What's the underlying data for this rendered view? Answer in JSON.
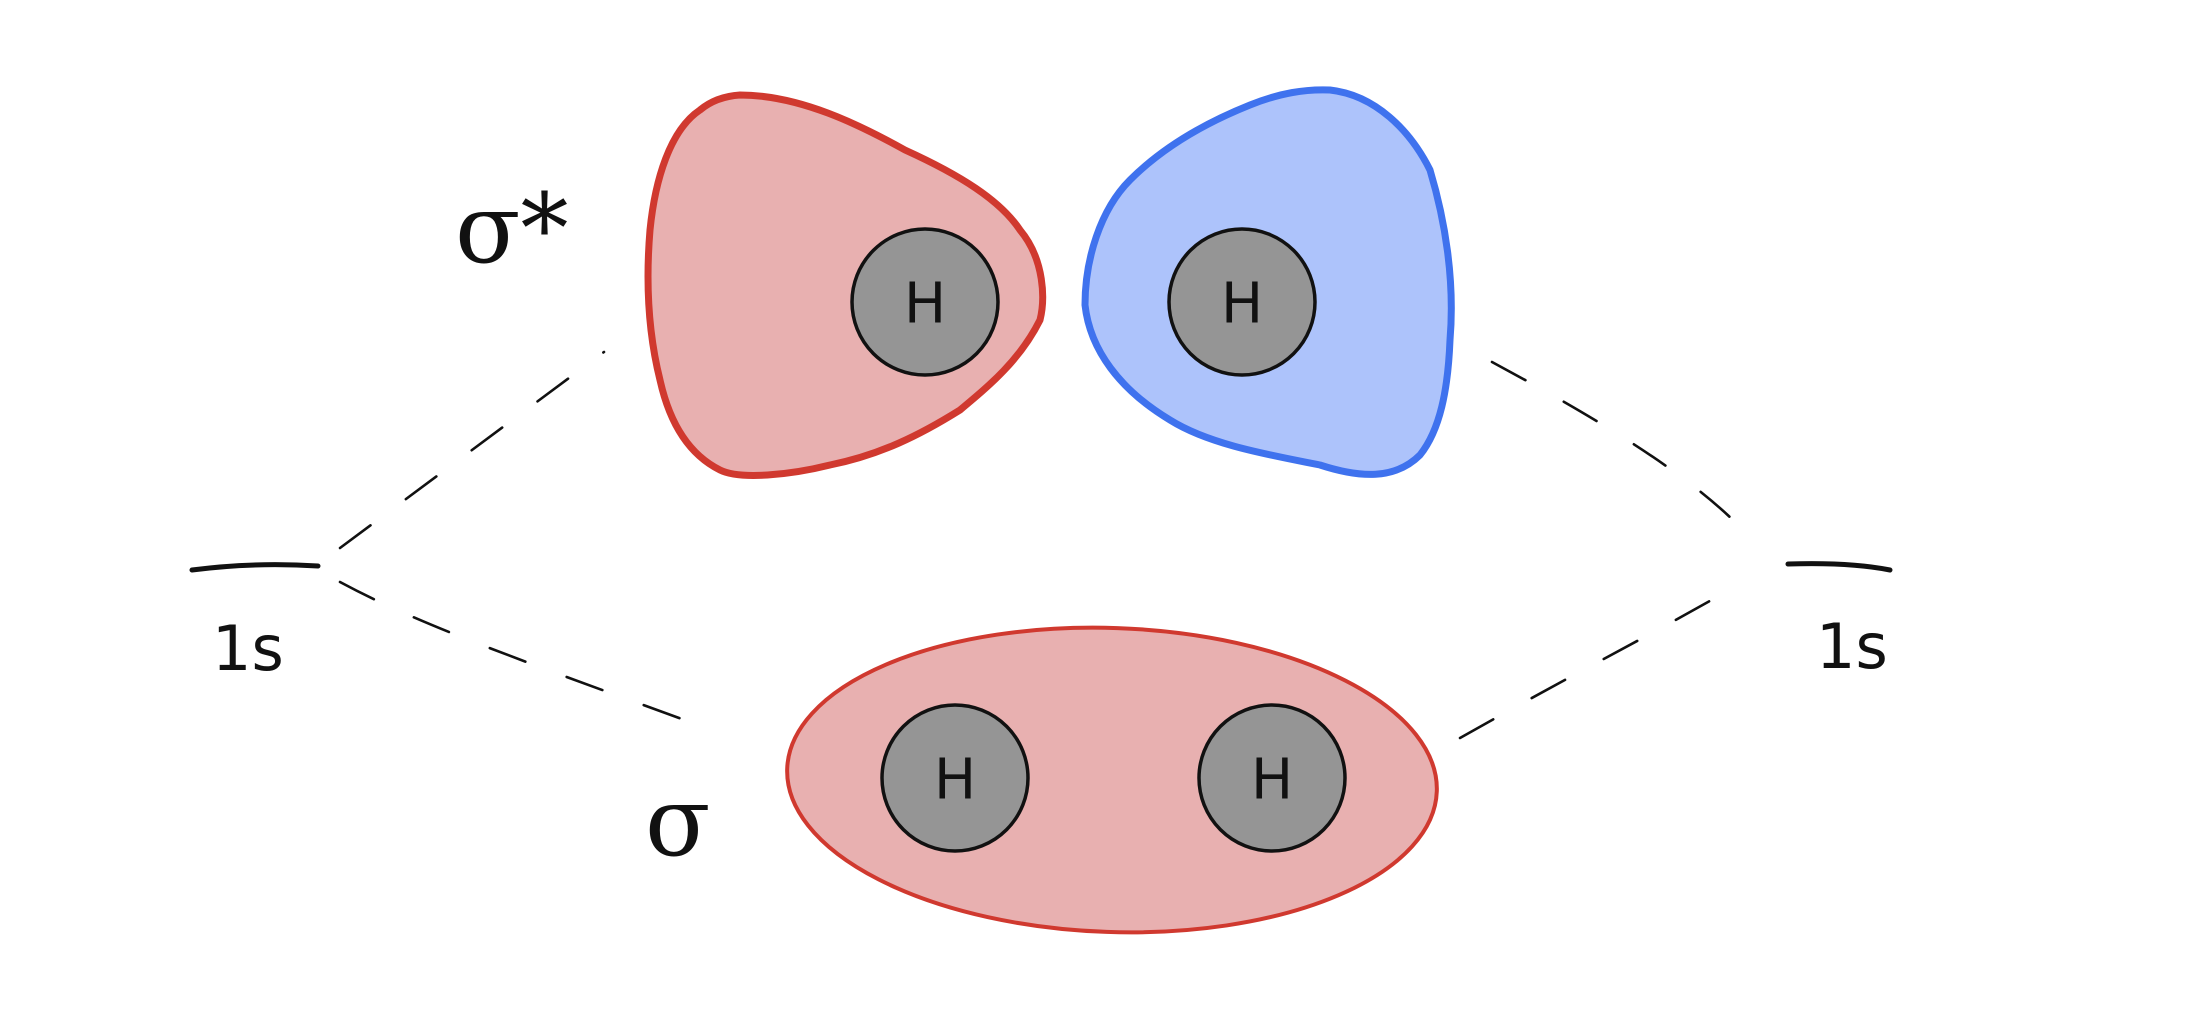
{
  "diagram": {
    "colors": {
      "positive_phase_fill": "#e8b0b0",
      "positive_phase_stroke": "#d0392f",
      "negative_phase_fill": "#adc3fb",
      "negative_phase_stroke": "#3f72ee",
      "nucleus_fill": "#959595",
      "nucleus_stroke": "#111111",
      "line": "#111111",
      "background": "#ffffff"
    },
    "left_atomic_orbital": {
      "label": "1s"
    },
    "right_atomic_orbital": {
      "label": "1s"
    },
    "antibonding_orbital": {
      "label": "σ*",
      "lobes": [
        {
          "phase": "positive",
          "nucleus": "H"
        },
        {
          "phase": "negative",
          "nucleus": "H"
        }
      ]
    },
    "bonding_orbital": {
      "label": "σ",
      "phase": "positive",
      "nuclei": [
        "H",
        "H"
      ]
    }
  }
}
